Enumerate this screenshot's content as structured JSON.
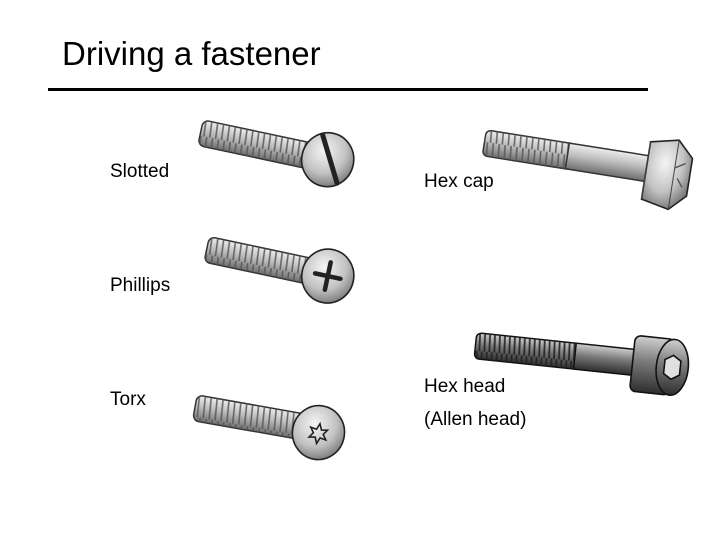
{
  "slide": {
    "title": "Driving a fastener"
  },
  "fasteners": {
    "slotted": {
      "label": "Slotted",
      "icon": "slotted-screw-icon"
    },
    "phillips": {
      "label": "Phillips",
      "icon": "phillips-screw-icon"
    },
    "torx": {
      "label": "Torx",
      "icon": "torx-screw-icon"
    },
    "hex_cap": {
      "label": "Hex cap",
      "icon": "hex-cap-bolt-icon"
    },
    "hex_head": {
      "label_line1": "Hex head",
      "label_line2": "(Allen head)",
      "icon": "socket-head-cap-screw-icon"
    }
  }
}
